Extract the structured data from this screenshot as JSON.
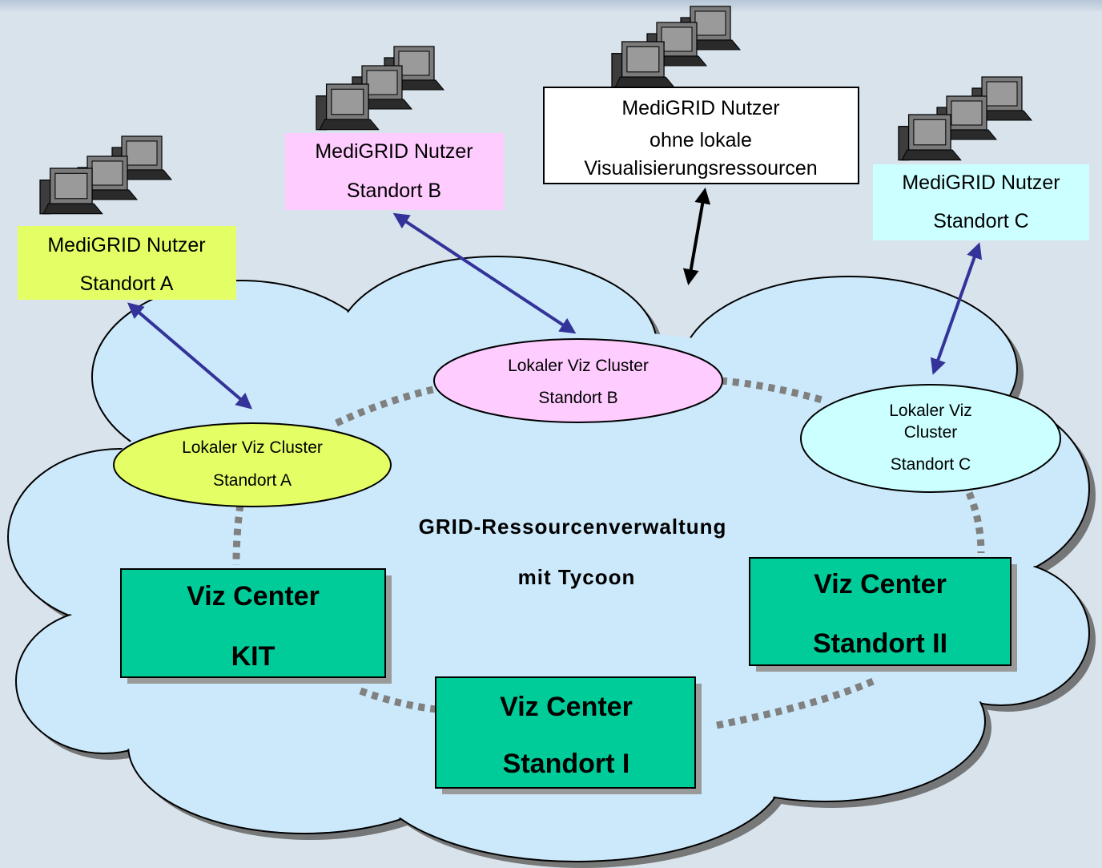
{
  "users": {
    "a": {
      "line1": "MediGRID Nutzer",
      "line2": "Standort A",
      "color": "#e4ff66"
    },
    "b": {
      "line1": "MediGRID Nutzer",
      "line2": "Standort B",
      "color": "#ffccff"
    },
    "noviz": {
      "line1": "MediGRID Nutzer",
      "line2": "ohne lokale",
      "line3": "Visualisierungsressourcen",
      "color": "#ffffff"
    },
    "c": {
      "line1": "MediGRID Nutzer",
      "line2": "Standort C",
      "color": "#ccffff"
    }
  },
  "clusters": {
    "a": {
      "line1": "Lokaler Viz Cluster",
      "line2": "Standort A",
      "color": "#e4ff66"
    },
    "b": {
      "line1": "Lokaler Viz Cluster",
      "line2": "Standort B",
      "color": "#ffccff"
    },
    "c": {
      "line1": "Lokaler Viz",
      "line2": "Cluster",
      "line3": "Standort C",
      "color": "#ccffff"
    }
  },
  "grid": {
    "line1": "GRID-Ressourcenverwaltung",
    "line2": "mit Tycoon",
    "cloud_color": "#cce9fb"
  },
  "centers": {
    "kit": {
      "line1": "Viz Center",
      "line2": "KIT"
    },
    "site1": {
      "line1": "Viz Center",
      "line2": "Standort I"
    },
    "site2": {
      "line1": "Viz Center",
      "line2": "Standort II"
    },
    "color": "#00cc99"
  },
  "colors": {
    "arrow_blue": "#333399",
    "arrow_black": "#000000",
    "dotted_ring": "#808080"
  }
}
